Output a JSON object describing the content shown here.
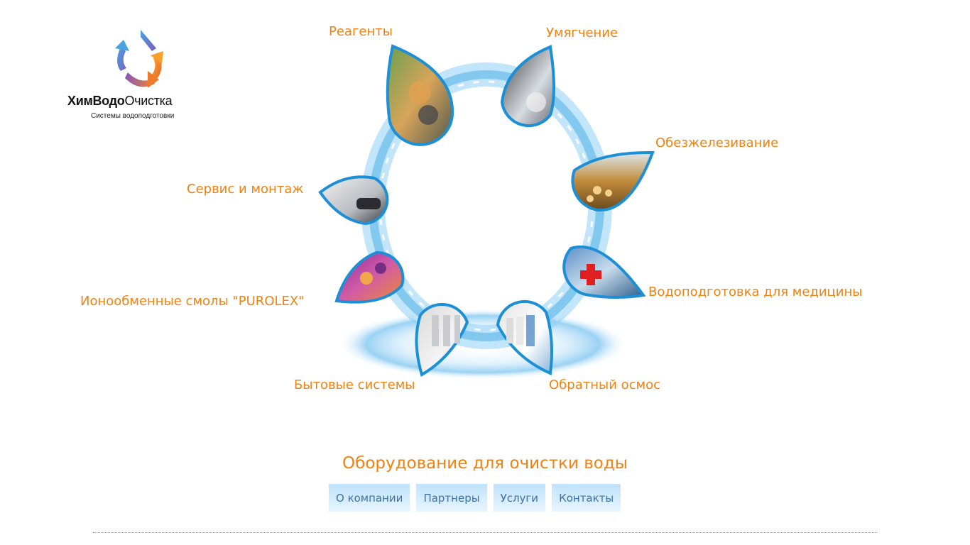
{
  "logo": {
    "name_bold": "ХимВодо",
    "name_regular": "Очистка",
    "subtitle": "Системы водоподготовки"
  },
  "categories": [
    {
      "label": "Реагенты",
      "image": "reagents-photo"
    },
    {
      "label": "Умягчение",
      "image": "softening-photo"
    },
    {
      "label": "Обезжелезивание",
      "image": "iron-removal-photo"
    },
    {
      "label": "Сервис и монтаж",
      "image": "service-photo"
    },
    {
      "label": "Водоподготовка для медицины",
      "image": "medical-photo"
    },
    {
      "label": "Ионообменные смолы \"PUROLEX\"",
      "image": "resin-photo"
    },
    {
      "label": "Бытовые системы",
      "image": "household-filter-photo"
    },
    {
      "label": "Обратный осмос",
      "image": "reverse-osmosis-photo"
    }
  ],
  "tagline": "Оборудование для очистки воды",
  "nav": [
    "О компании",
    "Партнеры",
    "Услуги",
    "Контакты"
  ],
  "colors": {
    "accent": "#f0820f",
    "nav_text": "#3b73a8",
    "water": "#5bb6e8"
  }
}
